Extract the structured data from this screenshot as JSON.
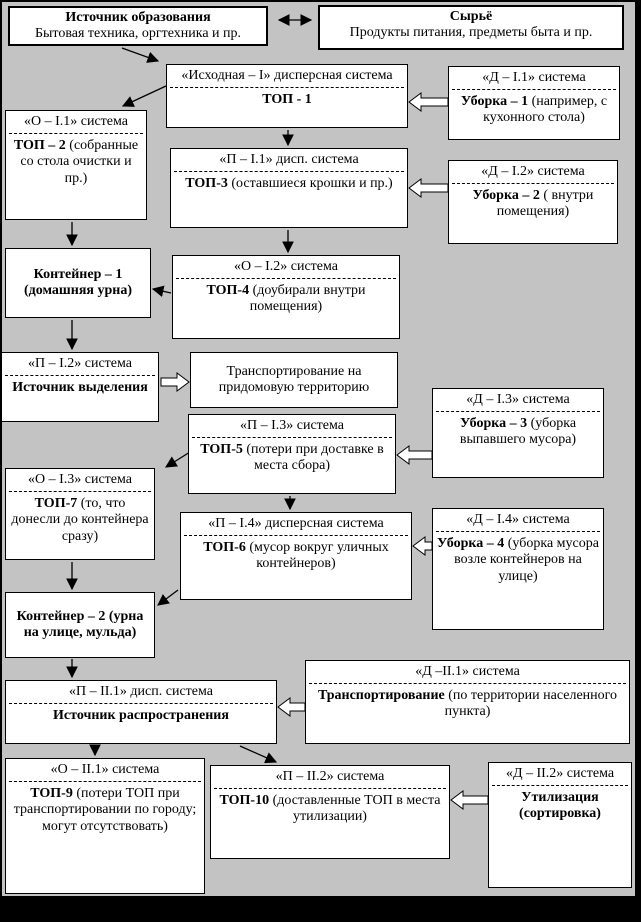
{
  "colors": {
    "background": "#c3c3c3",
    "box_background": "#ffffff",
    "line": "#000000",
    "frame": "#000000"
  },
  "nodes": {
    "source": {
      "title": "Источник образования",
      "sub": "Бытовая техника, оргтехника и пр."
    },
    "raw": {
      "title": "Сырьё",
      "sub": "Продукты питания, предметы быта и пр."
    },
    "initial": {
      "label": "«Исходная – I» дисперсная система",
      "bold": "ТОП - 1",
      "rest": ""
    },
    "d1": {
      "label": "«Д – I.1» система",
      "bold": "Уборка – 1",
      "rest": " (например, с кухонного стола)"
    },
    "o1": {
      "label": "«О – I.1» система",
      "bold": "ТОП – 2",
      "rest": " (собранные со стола очистки и пр.)"
    },
    "p1": {
      "label": "«П – I.1» дисп. система",
      "bold": "ТОП-3",
      "rest": " (оставшиеся крошки и пр.)"
    },
    "d2": {
      "label": "«Д – I.2» система",
      "bold": "Уборка – 2",
      "rest": " ( внутри помещения)"
    },
    "o2": {
      "label": "«О – I.2» система",
      "bold": "ТОП-4",
      "rest": " (доубирали внутри помещения)"
    },
    "k1": {
      "bold": "Контейнер – 1 (домашняя урна)"
    },
    "p2": {
      "label": "«П – I.2» система",
      "bold": "Источник выделения"
    },
    "t1": {
      "text": "Транспортирование на придомовую территорию"
    },
    "p3": {
      "label": "«П – I.3» система",
      "bold": "ТОП-5",
      "rest": " (потери при доставке в места сбора)"
    },
    "d3": {
      "label": "«Д – I.3» система",
      "bold": "Уборка – 3",
      "rest": " (уборка выпавшего мусора)"
    },
    "o3": {
      "label": "«О – I.3» система",
      "bold": "ТОП-7",
      "rest": " (то, что донесли до контейнера сразу)"
    },
    "p4": {
      "label": "«П – I.4» дисперсная система",
      "bold": "ТОП-6",
      "rest": " (мусор вокруг уличных контейнеров)"
    },
    "d4": {
      "label": "«Д – I.4» система",
      "bold": "Уборка – 4",
      "rest": " (уборка мусора возле контейнеров на улице)"
    },
    "k2": {
      "bold": "Контейнер – 2 (урна на улице, мульда)"
    },
    "p5": {
      "label": "«П – II.1» дисп. система",
      "bold": "Источник распространения"
    },
    "d5": {
      "label": "«Д –II.1» система",
      "bold": "Транспортирование",
      "rest": " (по территории населенного пункта)"
    },
    "o4": {
      "label": "«О – II.1»  система",
      "bold": "ТОП-9",
      "rest": " (потери ТОП при транспортировании по городу; могут отсутствовать)"
    },
    "p6": {
      "label": "«П – II.2» система",
      "bold": "ТОП-10",
      "rest": " (доставленные ТОП в места утилизации)"
    },
    "d6": {
      "label": "«Д – II.2» система",
      "bold": "Утилизация (сортировка)",
      "rest": ""
    }
  }
}
